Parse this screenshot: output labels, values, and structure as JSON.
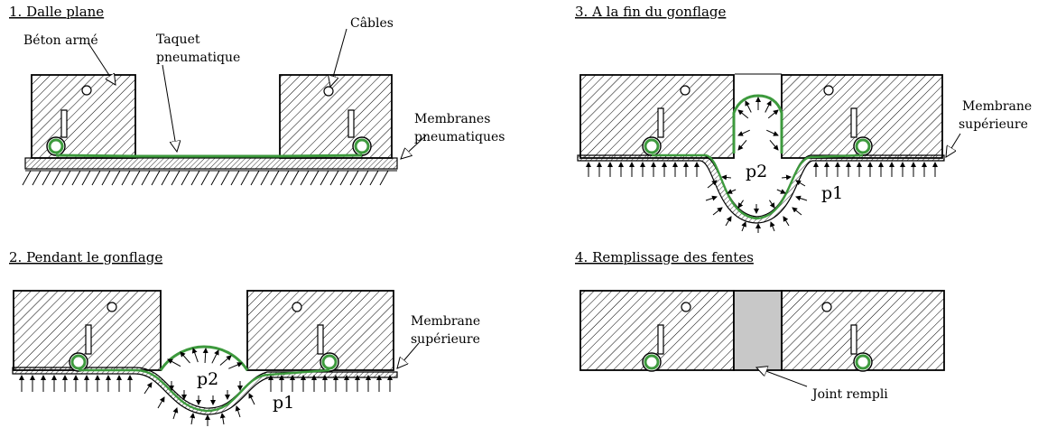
{
  "panels": [
    {
      "title": "1. Dalle plane",
      "labels": {
        "concrete": "Béton armé",
        "cables": "Câbles",
        "tab_line1": "Taquet",
        "tab_line2": "pneumatique",
        "membranes_line1": "Membranes",
        "membranes_line2": "pneumatiques"
      }
    },
    {
      "title": "2. Pendant le gonflage",
      "labels": {
        "membrane_line1": "Membrane",
        "membrane_line2": "supérieure",
        "p2": "p2",
        "p1": "p1"
      }
    },
    {
      "title": "3. A la fin du gonflage",
      "labels": {
        "membrane_line1": "Membrane",
        "membrane_line2": "supérieure",
        "p2": "p2",
        "p1": "p1"
      }
    },
    {
      "title": "4. Remplissage des fentes",
      "labels": {
        "joint": "Joint rempli"
      }
    }
  ],
  "colors": {
    "membrane": "#3d9a3d",
    "line": "#000000",
    "joint_fill": "#c8c8c8"
  }
}
